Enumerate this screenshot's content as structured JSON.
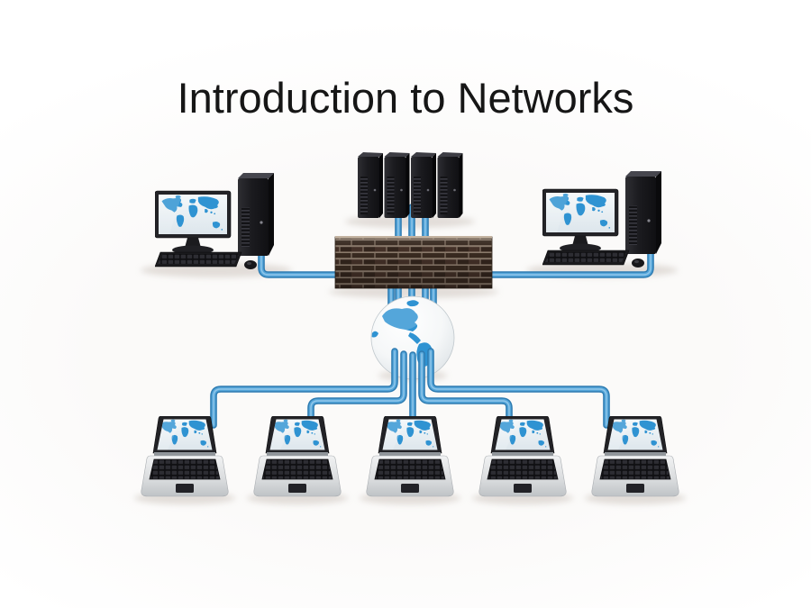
{
  "slide": {
    "title": "Introduction to Networks"
  },
  "diagram": {
    "nodes": [
      {
        "id": "server-rack",
        "icon": "server-rack-icon",
        "label": "server rack",
        "tower_count": 4
      },
      {
        "id": "workstation-left",
        "icon": "desktop-computer-icon",
        "label": "desktop workstation"
      },
      {
        "id": "workstation-right",
        "icon": "desktop-computer-icon",
        "label": "desktop workstation"
      },
      {
        "id": "firewall",
        "icon": "brick-wall-icon",
        "label": "brick firewall"
      },
      {
        "id": "internet-globe",
        "icon": "globe-icon",
        "label": "globe"
      },
      {
        "id": "laptops",
        "icon": "laptop-icon",
        "label": "laptop",
        "laptop_count": 5
      }
    ],
    "colors": {
      "cable": "#55A6DA",
      "cable_dark": "#2E7BB1",
      "brick": "#3A2B21",
      "mortar": "#8D7C6D",
      "continent_blue": "#2F93D2",
      "device_black": "#1C1C1F",
      "laptop_silver": "#D9DBDD",
      "background": "#FFFFFF",
      "title_text": "#161616"
    }
  }
}
